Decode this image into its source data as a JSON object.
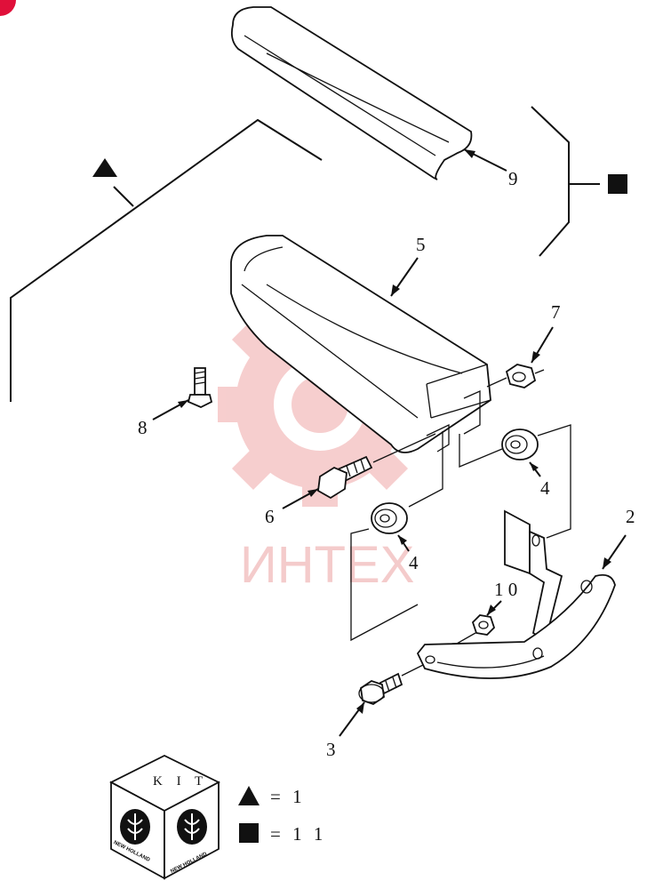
{
  "labels": {
    "p9": "9",
    "p5": "5",
    "p7": "7",
    "p8": "8",
    "p6": "6",
    "p4a": "4",
    "p4b": "4",
    "p2": "2",
    "p10": "1 0",
    "p3": "3"
  },
  "watermark": {
    "text": "ИНТЕХ",
    "color": "#f08080"
  },
  "kit": {
    "cube_label": "K I T",
    "brand": "NEW HOLLAND",
    "legend": [
      {
        "symbol": "triangle-icon",
        "text": "= 1"
      },
      {
        "symbol": "square-icon",
        "text": "= 1 1"
      }
    ]
  },
  "colors": {
    "line": "#111111",
    "watermark": "#f4c4c4",
    "corner_badge": "#e0103a"
  }
}
